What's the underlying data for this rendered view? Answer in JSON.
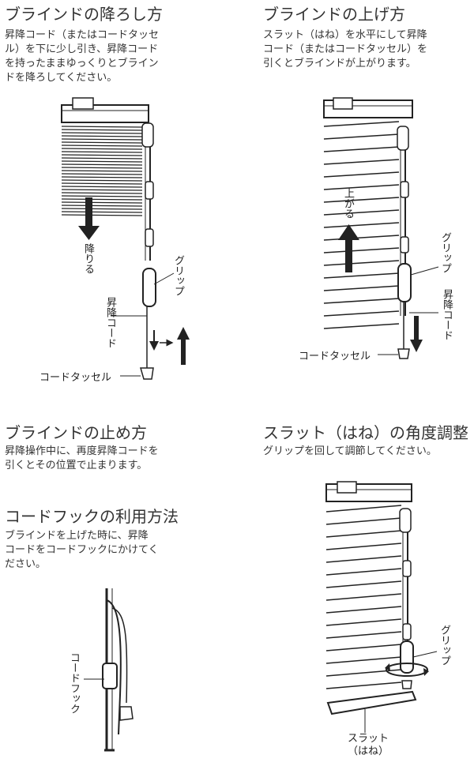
{
  "sections": {
    "lower": {
      "title": "ブラインドの降ろし方",
      "body": [
        "昇降コード（またはコードタッセ",
        "ル）を下に少し引き、昇降コード",
        "を持ったままゆっくりとブライン",
        "ドを降ろしてください。"
      ]
    },
    "raise": {
      "title": "ブラインドの上げ方",
      "body": [
        "スラット（はね）を水平にして昇降",
        "コード（またはコードタッセル）を",
        "引くとブラインドが上がります。"
      ]
    },
    "stop": {
      "title": "ブラインドの止め方",
      "body": [
        "昇降操作中に、再度昇降コードを",
        "引くとその位置で止まります。"
      ]
    },
    "hook": {
      "title": "コードフックの利用方法",
      "body": [
        "ブラインドを上げた時に、昇降",
        "コードをコードフックにかけてく",
        "ださい。"
      ]
    },
    "angle": {
      "title": "スラット（はね）の角度調整",
      "body": [
        "グリップを回して調節してください。"
      ]
    }
  },
  "labels": {
    "lower_arrow": "降りる",
    "grip_1": "グリップ",
    "cord_1": "昇降コード",
    "tassel_1": "コードタッセル",
    "raise_arrow": "上がる",
    "grip_2": "グリップ",
    "cord_2": "昇降コード",
    "tassel_2": "コードタッセル",
    "grip_3": "グリップ",
    "slat_line1": "スラット",
    "slat_line2": "（はね）",
    "hook": "コードフック"
  },
  "colors": {
    "line": "#222222",
    "text": "#333333"
  }
}
